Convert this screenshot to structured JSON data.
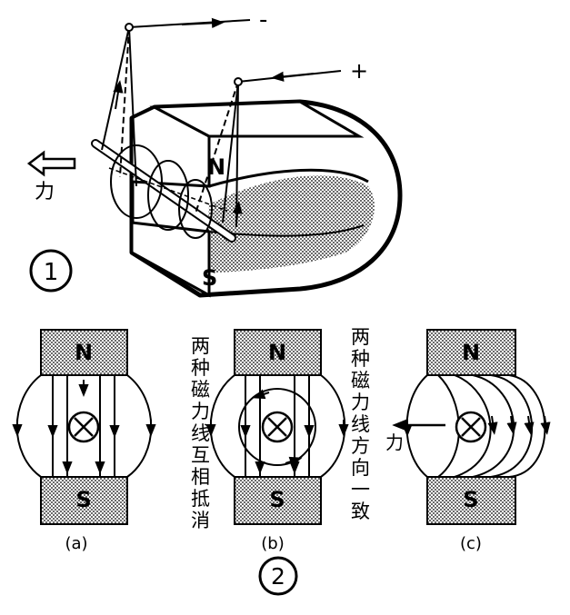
{
  "figure1": {
    "number": "1",
    "terminal_negative": "-",
    "terminal_positive": "+",
    "force_label": "力",
    "pole_n": "N",
    "pole_s": "S"
  },
  "figure2": {
    "number": "2",
    "panel_a": {
      "pole_n": "N",
      "pole_s": "S",
      "caption": "(a)"
    },
    "panel_b": {
      "pole_n": "N",
      "pole_s": "S",
      "caption": "(b)"
    },
    "panel_c": {
      "pole_n": "N",
      "pole_s": "S",
      "caption": "(c)",
      "force_label": "力"
    },
    "note_left": [
      "两",
      "种",
      "磁",
      "力",
      "线",
      "互",
      "相",
      "抵",
      "消"
    ],
    "note_right": [
      "两",
      "种",
      "磁",
      "力",
      "线",
      "方",
      "向",
      "一",
      "致"
    ]
  }
}
